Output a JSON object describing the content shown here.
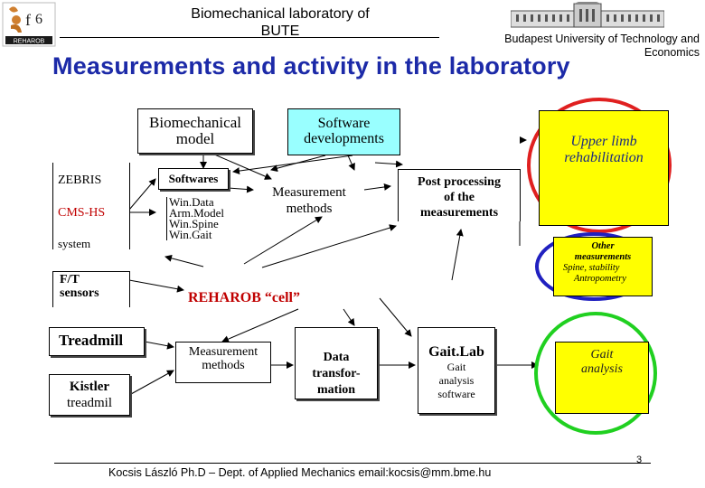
{
  "header": {
    "lab_title_line1": "Biomechanical laboratory of",
    "lab_title_line2": "BUTE",
    "university_line1": "Budapest University of Technology and",
    "university_line2": "Economics",
    "logo_text": "REHAROB"
  },
  "title": "Measurements and activity in the laboratory",
  "boxes": {
    "biomech_model": [
      "Biomechanical",
      "model"
    ],
    "software_dev": [
      "Software",
      "developments"
    ],
    "upper_limb": [
      "Upper limb",
      "rehabilitation"
    ],
    "zebris": "ZEBRIS",
    "cms_hs": "CMS-HS",
    "system": "system",
    "softwares_title": "Softwares",
    "softwares_list": [
      "Win.Data",
      "Arm.Model",
      "Win.Spine",
      "Win.Gait"
    ],
    "measurement_methods_top": [
      "Measurement",
      "methods"
    ],
    "post_processing": [
      "Post processing",
      "of the",
      "measurements"
    ],
    "other_measurements_title": [
      "Other",
      "measurements"
    ],
    "other_measurements_detail": [
      "Spine, stability",
      "Antropometry"
    ],
    "ft_sensors": [
      "F/T",
      "sensors"
    ],
    "reharob_cell": "REHAROB “cell”",
    "treadmill": "Treadmill",
    "kistler": [
      "Kistler",
      "treadmil"
    ],
    "measurement_methods_bottom": [
      "Measurement",
      "methods"
    ],
    "data_transformation": [
      "Data",
      "transfor-",
      "mation"
    ],
    "gaitlab_title": "Gait.Lab",
    "gaitlab_sub": [
      "Gait",
      "analysis",
      "software"
    ],
    "gait_analysis": [
      "Gait",
      "analysis"
    ]
  },
  "colors": {
    "title": "#1c2aa8",
    "yellow_fill": "#ffff00",
    "cyan_fill": "#99ffff",
    "red_ring": "#e02020",
    "blue_ring": "#2020c0",
    "green_ring": "#20d020",
    "text_red": "#c00000"
  },
  "footer": {
    "author": "Kocsis László Ph.D – Dept. of Applied Mechanics   email:kocsis@mm.bme.hu",
    "page_number": "3"
  }
}
